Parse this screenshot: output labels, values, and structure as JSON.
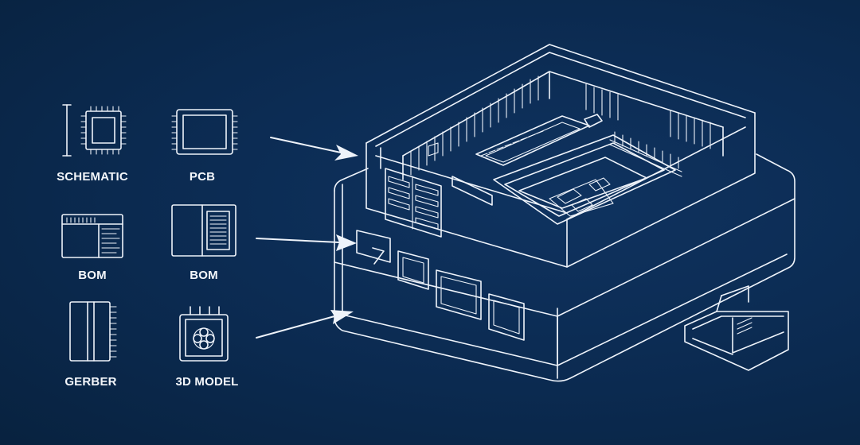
{
  "palette": {
    "background": "#0c2a50",
    "line": "#eef3fa"
  },
  "icons": [
    {
      "label": "SCHEMATIC",
      "icon": "schematic-chip-icon"
    },
    {
      "label": "PCB",
      "icon": "pcb-chip-icon"
    },
    {
      "label": "BOM",
      "icon": "bom-sheet-icon"
    },
    {
      "label": "BOM",
      "icon": "bom-panel-icon"
    },
    {
      "label": "GERBER",
      "icon": "gerber-layer-icon"
    },
    {
      "label": "3D MODEL",
      "icon": "3d-model-icon"
    }
  ]
}
